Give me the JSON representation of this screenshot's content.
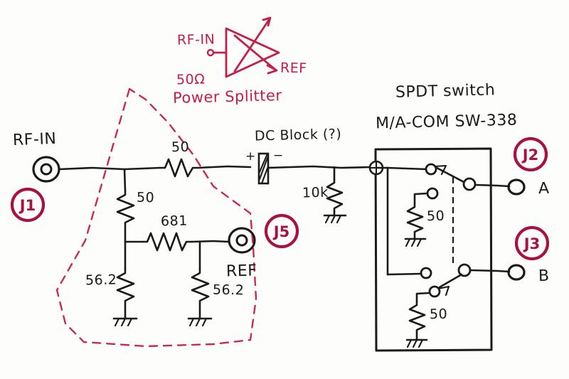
{
  "sheet": {
    "background": "#fdfdfc",
    "ink_color": "#1a1a18",
    "annotation_color": "#c41e48",
    "badge_color": "#a8123f"
  },
  "annotation": {
    "splitter_symbol_name": "power-splitter-symbol",
    "input_label": "RF-IN",
    "output_label": "REF",
    "impedance_label": "50Ω",
    "device_label": "Power Splitter",
    "boundary_name": "splitter-region-outline"
  },
  "labels": {
    "rf_in": "RF-IN",
    "dc_block": "DC Block (?)",
    "dc_block_plus": "+",
    "dc_block_minus": "−",
    "spdt_title": "SPDT switch",
    "spdt_part": "M/A-COM SW-338",
    "ref": "REF",
    "port_a": "A",
    "port_b": "B"
  },
  "badges": [
    {
      "id": "J1",
      "name": "badge-j1",
      "at": "rf-input-connector"
    },
    {
      "id": "J5",
      "name": "badge-j5",
      "at": "ref-output-connector"
    },
    {
      "id": "J2",
      "name": "badge-j2",
      "at": "switch-port-a"
    },
    {
      "id": "J3",
      "name": "badge-j3",
      "at": "switch-port-b"
    }
  ],
  "components": [
    {
      "ref": "R-series-50",
      "name": "resistor-series-50",
      "value": "50",
      "orientation": "horizontal"
    },
    {
      "ref": "R-shunt-50",
      "name": "resistor-shunt-50",
      "value": "50",
      "orientation": "vertical"
    },
    {
      "ref": "R-681",
      "name": "resistor-681",
      "value": "681",
      "orientation": "horizontal"
    },
    {
      "ref": "R-56p2-left",
      "name": "resistor-56p2-left",
      "value": "56.2",
      "orientation": "vertical"
    },
    {
      "ref": "R-56p2-right",
      "name": "resistor-56p2-right",
      "value": "56.2",
      "orientation": "vertical"
    },
    {
      "ref": "R-10k",
      "name": "resistor-10k",
      "value": "10k",
      "orientation": "vertical"
    },
    {
      "ref": "R-term-a",
      "name": "resistor-termination-a-50",
      "value": "50",
      "orientation": "vertical"
    },
    {
      "ref": "R-term-b",
      "name": "resistor-termination-b-50",
      "value": "50",
      "orientation": "vertical"
    },
    {
      "ref": "C-dcblock",
      "name": "capacitor-dc-block",
      "value": "DC Block (?)",
      "orientation": "horizontal"
    }
  ],
  "connectors": [
    {
      "name": "rf-input-connector",
      "label": "RF-IN",
      "badge": "J1"
    },
    {
      "name": "ref-output-connector",
      "label": "REF",
      "badge": "J5"
    },
    {
      "name": "switch-port-a-connector",
      "label": "A",
      "badge": "J2"
    },
    {
      "name": "switch-port-b-connector",
      "label": "B",
      "badge": "J3"
    }
  ],
  "switch": {
    "name": "spdt-switch-block",
    "title": "SPDT switch",
    "part_number": "M/A-COM SW-338",
    "poles": 2,
    "throw_labels": [
      "A",
      "B"
    ],
    "termination_value": "50"
  },
  "grounds": [
    {
      "name": "ground-56p2-left"
    },
    {
      "name": "ground-56p2-right"
    },
    {
      "name": "ground-10k"
    },
    {
      "name": "ground-term-a"
    },
    {
      "name": "ground-term-b"
    }
  ]
}
